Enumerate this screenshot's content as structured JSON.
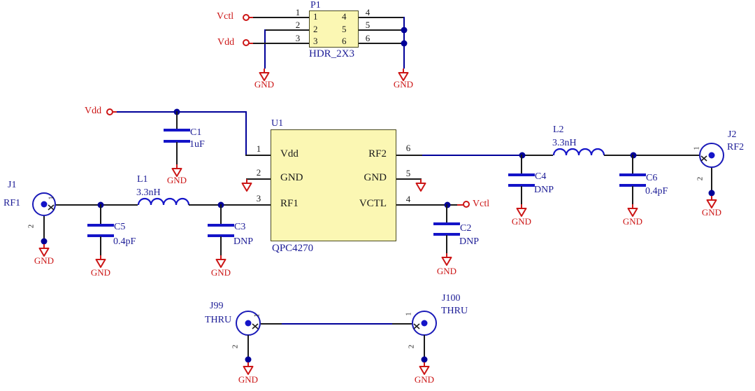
{
  "schematic": {
    "gnd": "GND",
    "ports": {
      "vctl": "Vctl",
      "vdd": "Vdd"
    },
    "header": {
      "ref": "P1",
      "part": "HDR_2X3",
      "pins_left": [
        "1",
        "2",
        "3"
      ],
      "pins_right": [
        "4",
        "5",
        "6"
      ]
    },
    "chip": {
      "ref": "U1",
      "part": "QPC4270",
      "pins_left": [
        {
          "num": "1",
          "name": "Vdd"
        },
        {
          "num": "2",
          "name": "GND"
        },
        {
          "num": "3",
          "name": "RF1"
        }
      ],
      "pins_right": [
        {
          "num": "6",
          "name": "RF2"
        },
        {
          "num": "5",
          "name": "GND"
        },
        {
          "num": "4",
          "name": "VCTL"
        }
      ]
    },
    "caps": {
      "c1": {
        "ref": "C1",
        "value": "1uF"
      },
      "c2": {
        "ref": "C2",
        "value": "DNP"
      },
      "c3": {
        "ref": "C3",
        "value": "DNP"
      },
      "c4": {
        "ref": "C4",
        "value": "DNP"
      },
      "c5": {
        "ref": "C5",
        "value": "0.4pF"
      },
      "c6": {
        "ref": "C6",
        "value": "0.4pF"
      }
    },
    "inductors": {
      "l1": {
        "ref": "L1",
        "value": "3.3nH"
      },
      "l2": {
        "ref": "L2",
        "value": "3.3nH"
      }
    },
    "connectors": {
      "j1": {
        "ref": "J1",
        "net": "RF1",
        "pin1": "1",
        "pin2": "2"
      },
      "j2": {
        "ref": "J2",
        "net": "RF2",
        "pin1": "1",
        "pin2": "2"
      },
      "j99": {
        "ref": "J99",
        "net": "THRU",
        "pin1": "1",
        "pin2": "2"
      },
      "j100": {
        "ref": "J100",
        "net": "THRU",
        "pin1": "1",
        "pin2": "2"
      }
    },
    "colors": {
      "net_blue": "#000099",
      "symbol_blue": "#1414c8",
      "label_blue": "#1c1c96",
      "gnd_red": "#cc1616",
      "wire_black": "#1a1a1a",
      "part_fill": "#fbf7b3"
    }
  }
}
